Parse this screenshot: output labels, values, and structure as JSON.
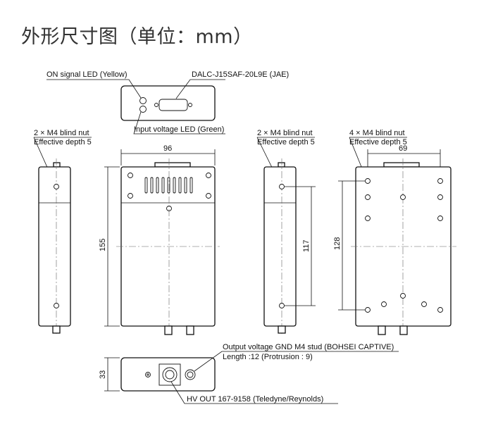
{
  "title": "外形尺寸图（单位：mm）",
  "labels": {
    "on_led": "ON signal LED (Yellow)",
    "connector": "DALC-J15SAF-20L9E (JAE)",
    "input_led": "Input voltage LED (Green)",
    "nut_left_1": "2 × M4 blind nut",
    "nut_left_2": "Effective depth 5",
    "nut_side_1": "2 × M4 blind nut",
    "nut_side_2": "Effective depth 5",
    "nut_back_1": "4 × M4 blind nut",
    "nut_back_2": "Effective depth 5",
    "gnd_stud_1": "Output voltage GND M4 stud (BOHSEI CAPTIVE)",
    "gnd_stud_2": "Length :12 (Protrusion : 9)",
    "hv_out": "HV OUT 167-9158 (Teledyne/Reynolds)"
  },
  "dimensions": {
    "width": "96",
    "height": "155",
    "side_hole_pitch": "117",
    "back_hole_width": "69",
    "back_hole_height": "128",
    "depth": "33"
  }
}
